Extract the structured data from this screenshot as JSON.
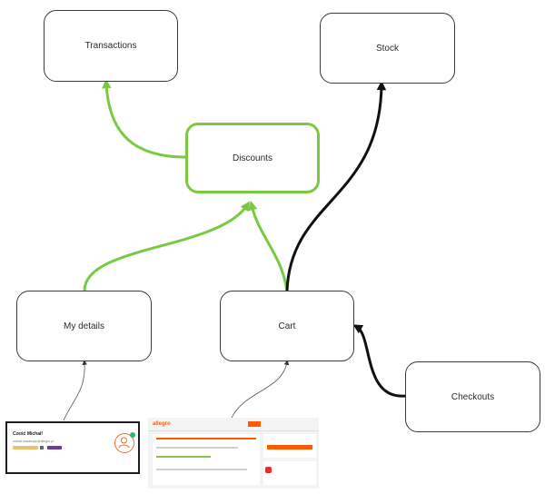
{
  "nodes": {
    "transactions": "Transactions",
    "stock": "Stock",
    "discounts": "Discounts",
    "my_details": "My details",
    "cart": "Cart",
    "checkouts": "Checkouts"
  },
  "colors": {
    "green_edge": "#7ac943",
    "black_edge": "#111111",
    "thin_edge": "#555555",
    "brand_orange": "#ff5a00"
  },
  "thumbnails": {
    "profile_card": {
      "greeting": "Cześć Michał!",
      "email": "michal.kowalczyk@allegro.pl"
    },
    "cart_page": {
      "logo": "allegro"
    }
  }
}
